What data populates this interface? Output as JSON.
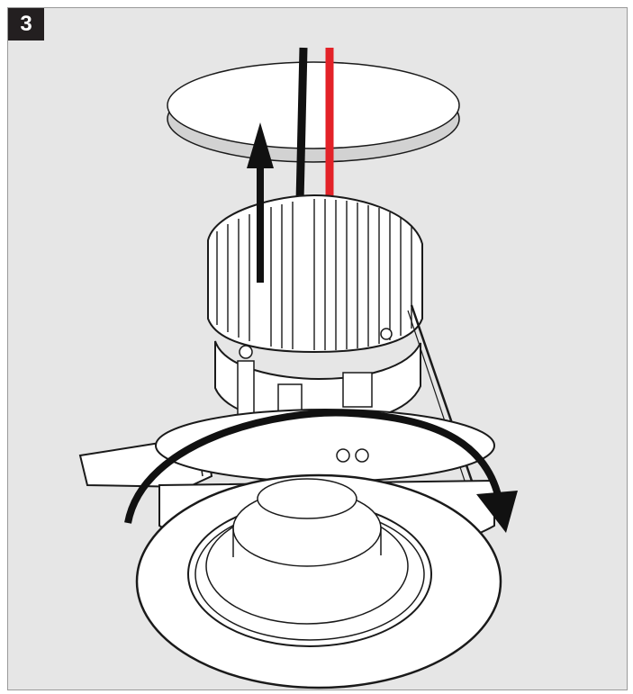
{
  "step": {
    "number": "3"
  },
  "colors": {
    "background": "#e6e6e6",
    "badge": "#231f20",
    "wire_black": "#111111",
    "wire_red": "#e32228",
    "line_art": "#1a1a1a",
    "fixture_fill": "#ffffff",
    "ceiling_fill": "#ffffff"
  },
  "illustration": {
    "subject": "recessed-downlight",
    "arrows": [
      "straight-up-arrow",
      "rotate-clockwise-arrow"
    ],
    "wires": [
      "black-wire",
      "red-wire"
    ]
  }
}
